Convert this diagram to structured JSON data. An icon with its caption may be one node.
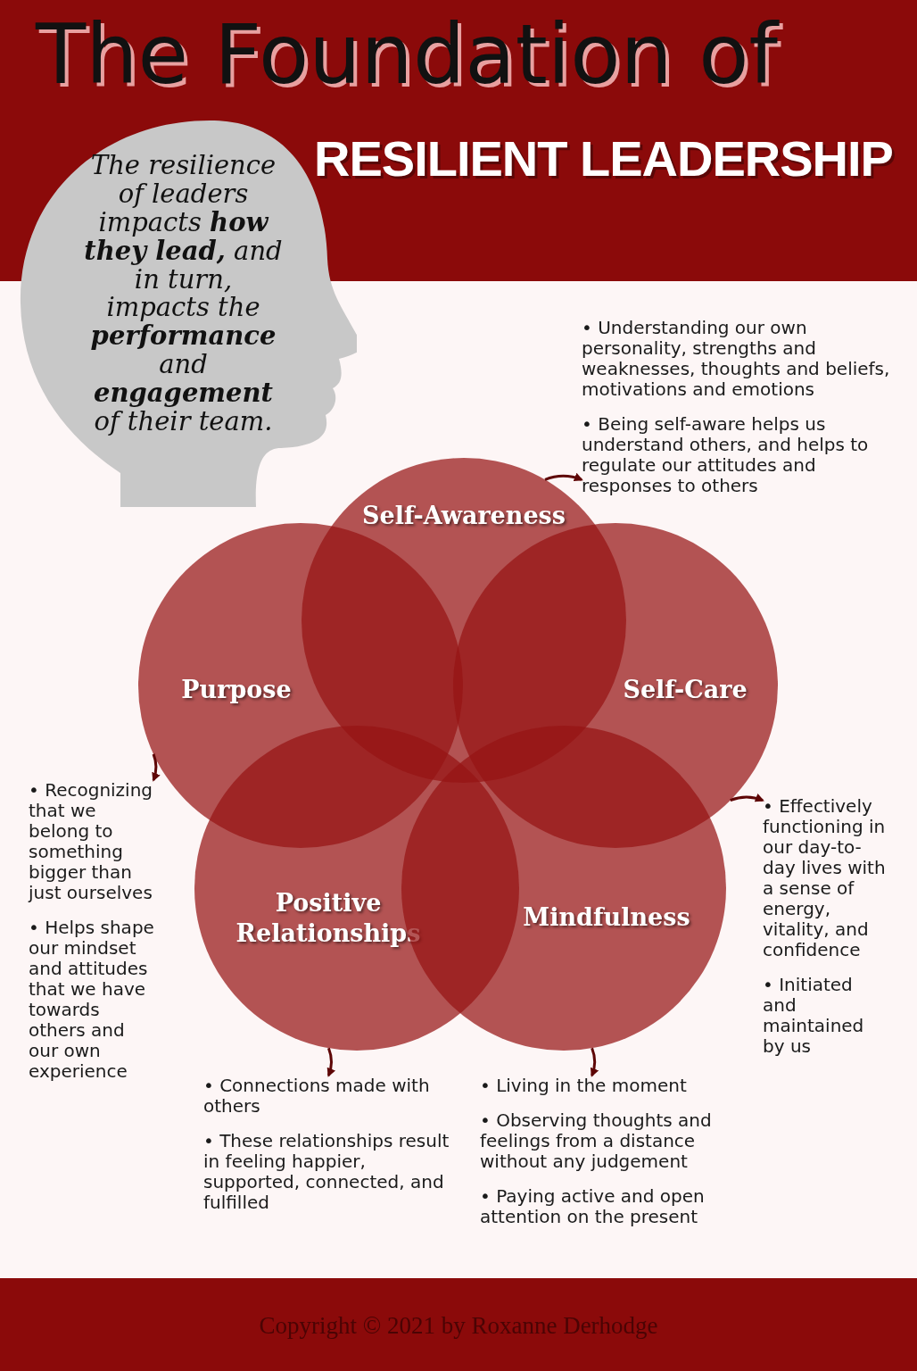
{
  "diagram": {
    "title": "The Foundation of",
    "nodes": [
      {
        "text": [
          "The resilience of leaders impacts **how they lead,** and in turn, impacts the **performance** and **engagement** of their team."
        ]
      },
      {
        "text": [
          "Self-Awareness"
        ]
      },
      {
        "text": [
          "Purpose"
        ]
      },
      {
        "text": [
          "Self-Care"
        ]
      },
      {
        "text": [
          "Positive Relationships"
        ]
      },
      {
        "text": [
          "Mindfulness"
        ]
      },
      {
        "text": [
          "• Understanding our own personality, strengths and weaknesses, thoughts and beliefs, motivations and emotions",
          "• Being self-aware helps us understand others, and helps to regulate our attitudes and responses to others"
        ]
      },
      {
        "text": [
          "• Recognizing that we belong to something bigger than just ourselves",
          "• Helps shape our mindset and attitudes that we have towards others and our own experience"
        ]
      },
      {
        "text": [
          "• Effectively functioning in our day-to-day lives with a sense of energy, vitality, and confidence",
          "• Initiated and maintained by us"
        ]
      },
      {
        "text": [
          "• Connections made with others",
          "• These relationships result in feeling happier, supported, connected, and fulfilled"
        ]
      },
      {
        "text": [
          "• Living in the moment",
          "• Observing thoughts and feelings from a distance without any judgement",
          "• Paying active and open attention on the present"
        ]
      }
    ],
    "edges": [
      {
        "from": 1,
        "to": 6,
        "arrow": "to"
      },
      {
        "from": 2,
        "to": 7,
        "arrow": "to"
      },
      {
        "from": 3,
        "to": 8,
        "arrow": "to"
      },
      {
        "from": 4,
        "to": 9,
        "arrow": "to"
      },
      {
        "from": 5,
        "to": 10,
        "arrow": "to"
      }
    ],
    "labels": [
      "RESILIENT LEADERSHIP",
      "Copyright © 2021 by Roxanne Derhodge"
    ]
  }
}
